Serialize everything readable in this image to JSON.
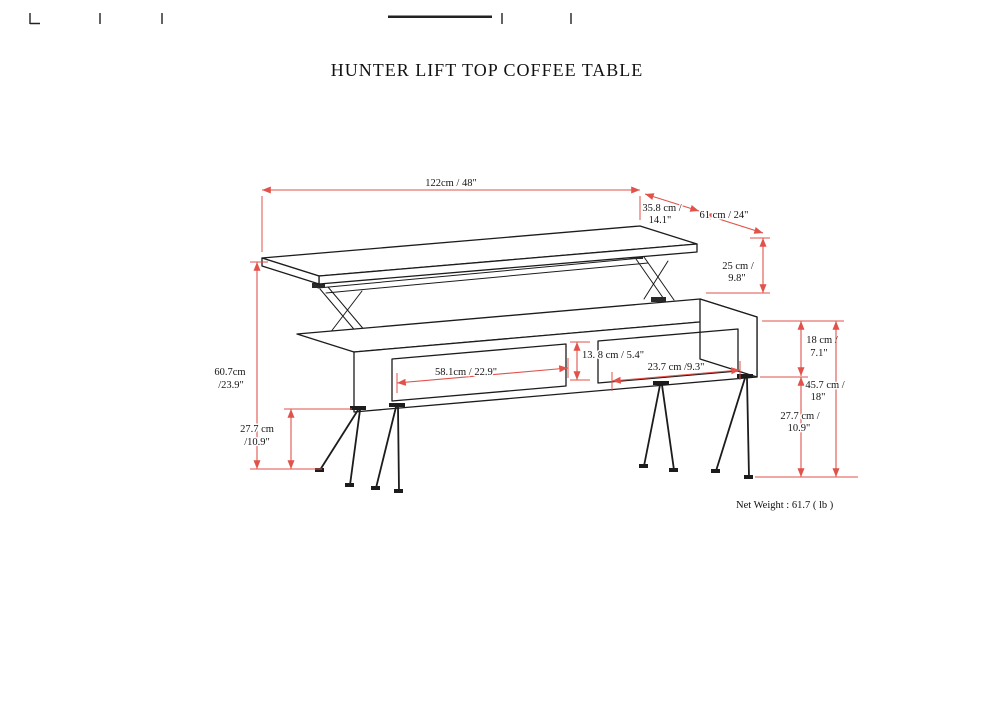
{
  "header": {
    "title": "HUNTER LIFT TOP COFFEE TABLE"
  },
  "footer": {
    "net_weight": "Net Weight : 61.7 ( lb )"
  },
  "colors": {
    "dim_red": "#e0524a",
    "ink": "#1c1c1c",
    "paper": "#ffffff"
  },
  "dimensions": {
    "top_width": "122cm / 48\"",
    "top_depth_l1": "35.8 cm /",
    "top_depth_l2": "14.1\"",
    "table_depth": "61 cm / 24\"",
    "lift_height_l1": "25 cm /",
    "lift_height_l2": "9.8\"",
    "overall_height_l1": "60.7cm",
    "overall_height_l2": "/23.9\"",
    "left_leg_height_l1": "27.7 cm",
    "left_leg_height_l2": "/10.9\"",
    "left_shelf_width": "58.1cm / 22.9\"",
    "shelf_opening_height": "13. 8 cm / 5.4\"",
    "right_shelf_width": "23.7 cm /9.3\"",
    "base_height_l1": "18 cm /",
    "base_height_l2": "7.1\"",
    "height_to_base_top_l1": "45.7 cm /",
    "height_to_base_top_l2": "18\"",
    "right_leg_height_l1": "27.7 cm /",
    "right_leg_height_l2": "10.9\""
  }
}
